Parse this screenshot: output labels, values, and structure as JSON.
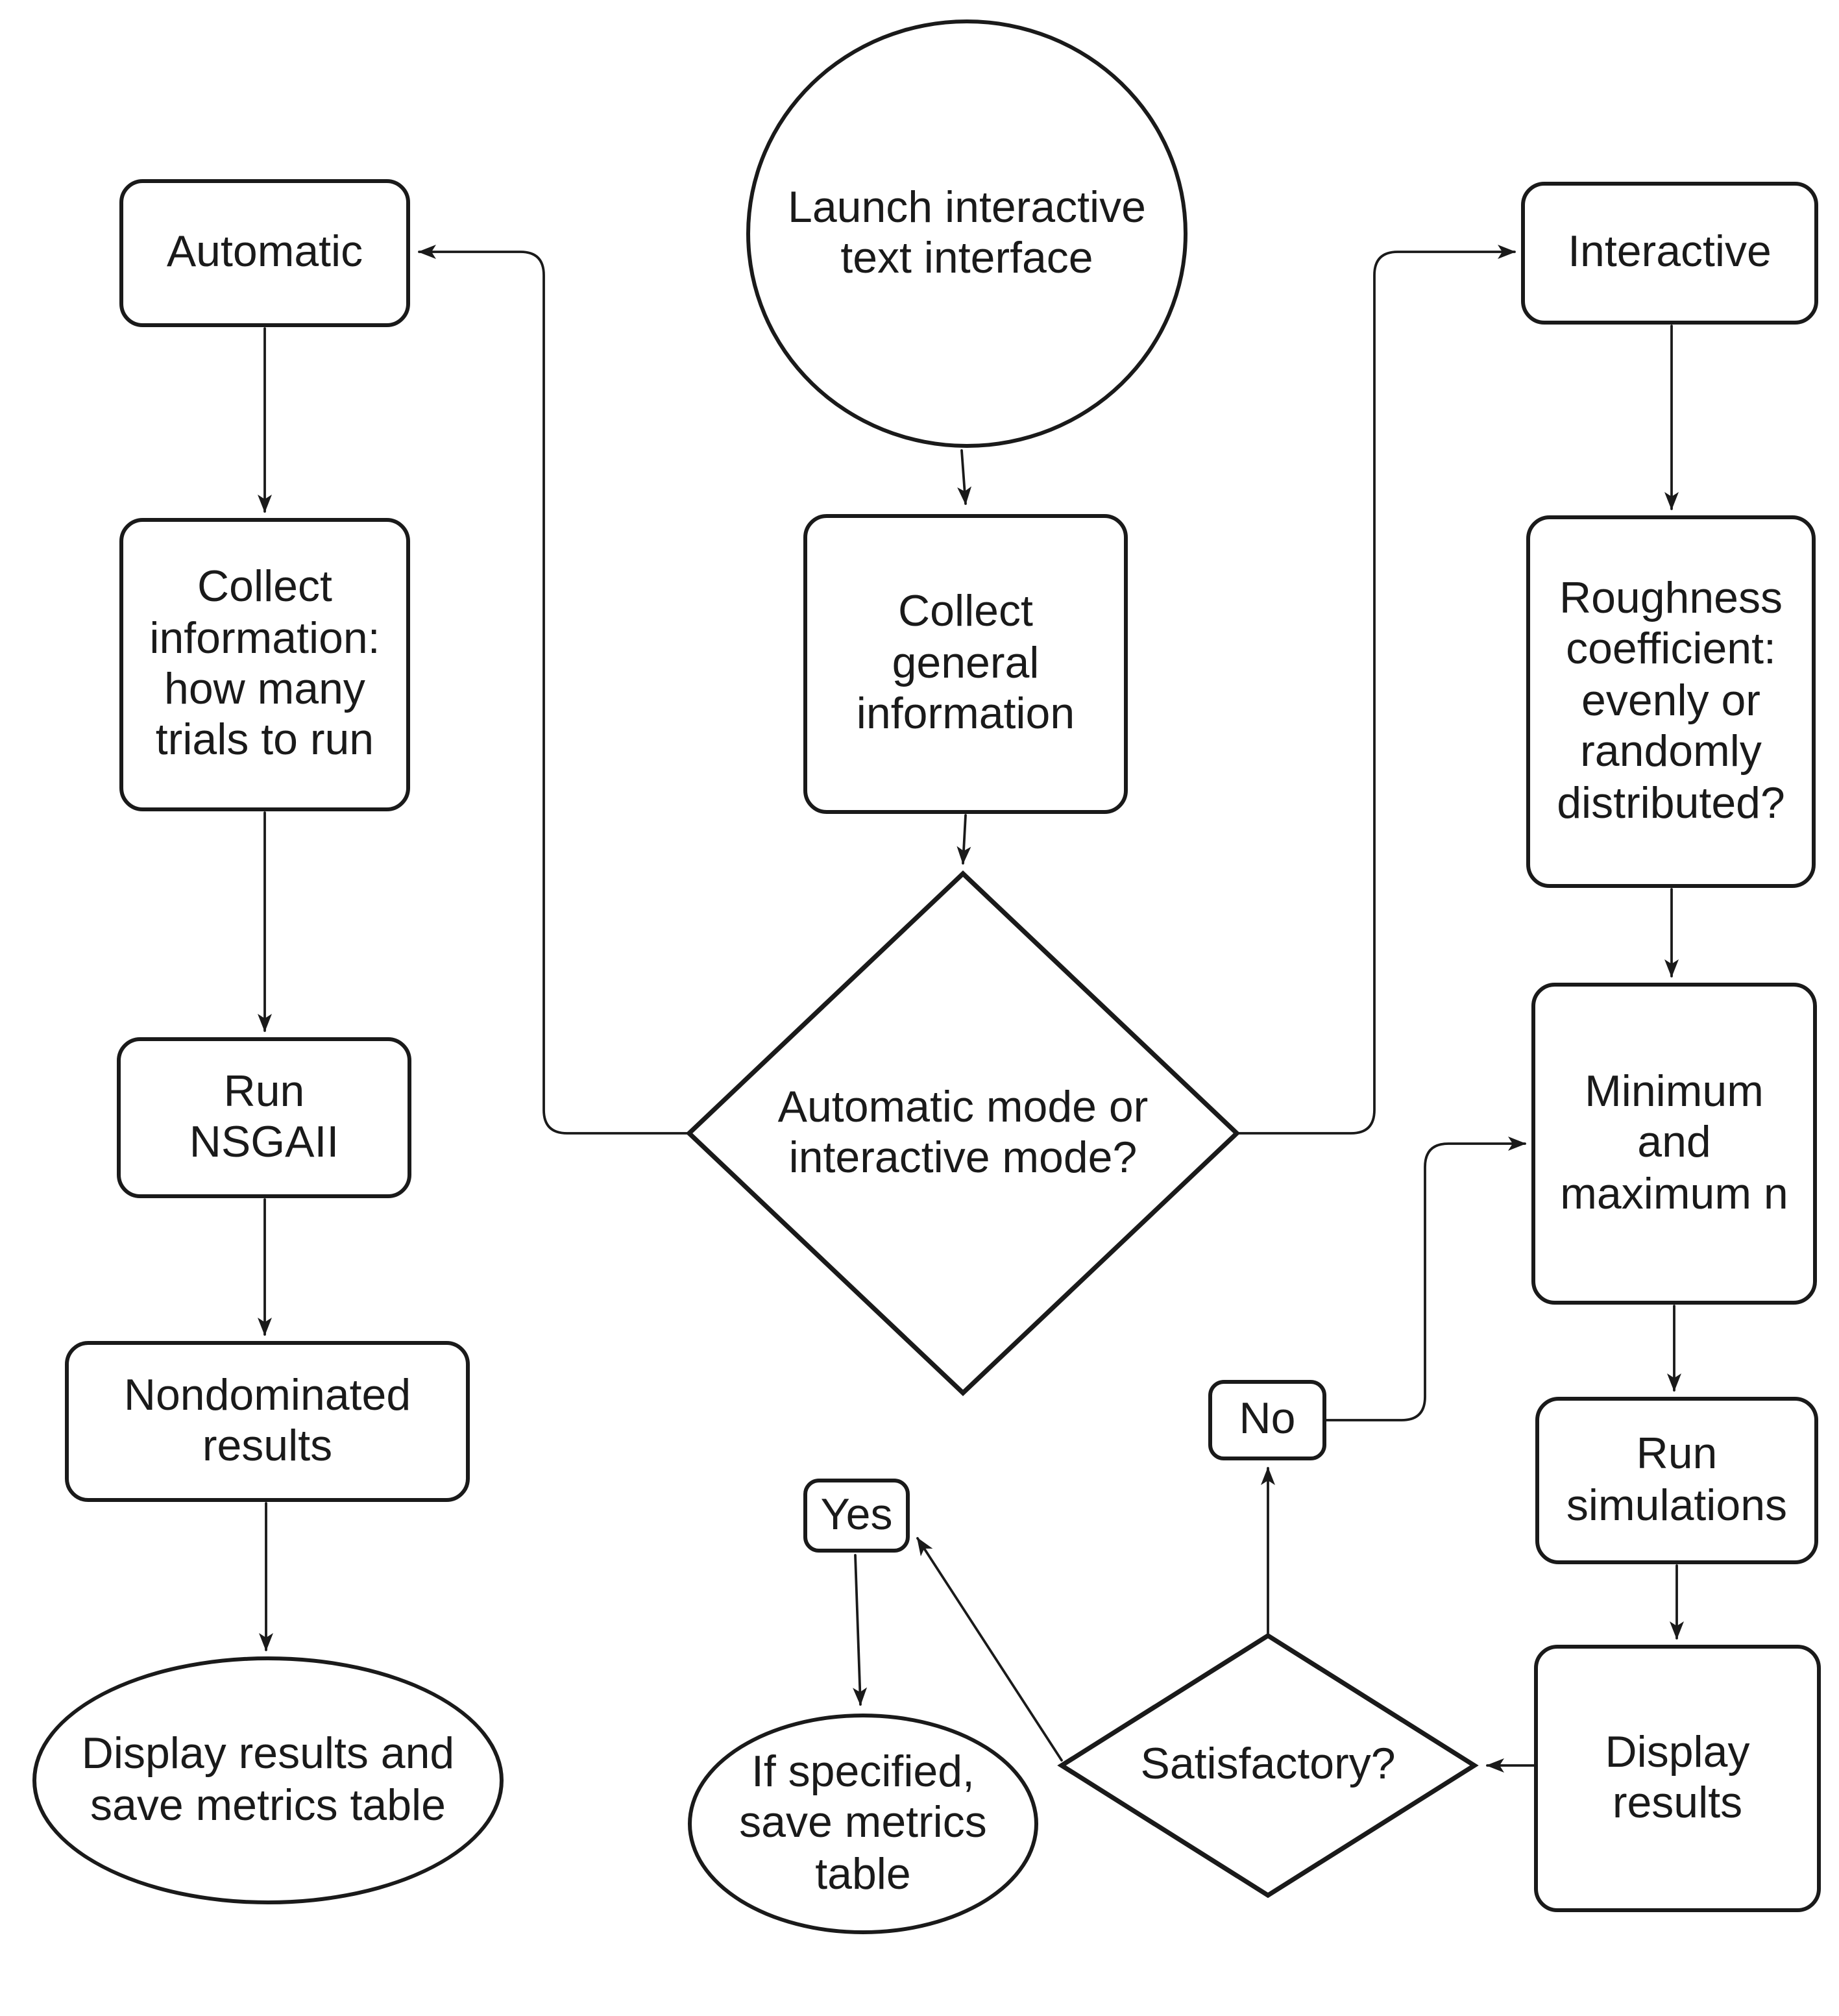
{
  "colors": {
    "background": "#ffffff",
    "stroke": "#1a1a1a",
    "text": "#1a1a1a"
  },
  "nodes": {
    "launch": {
      "label": "Launch interactive\ntext interface",
      "shape": "ellipse"
    },
    "automatic": {
      "label": "Automatic",
      "shape": "rounded-rect"
    },
    "interactive": {
      "label": "Interactive",
      "shape": "rounded-rect"
    },
    "collect_general": {
      "label": "Collect\ngeneral\ninformation",
      "shape": "rounded-rect"
    },
    "collect_trials": {
      "label": "Collect\ninformation:\nhow many\ntrials to run",
      "shape": "rounded-rect"
    },
    "roughness": {
      "label": "Roughness\ncoefficient:\nevenly or\nrandomly\ndistributed?",
      "shape": "rounded-rect"
    },
    "mode_decision": {
      "label": "Automatic mode or\ninteractive mode?",
      "shape": "diamond"
    },
    "run_nsgaii": {
      "label": "Run\nNSGAII",
      "shape": "rounded-rect"
    },
    "min_max": {
      "label": "Minimum\nand\nmaximum n",
      "shape": "rounded-rect"
    },
    "nondominated": {
      "label": "Nondominated\nresults",
      "shape": "rounded-rect"
    },
    "run_simulations": {
      "label": "Run\nsimulations",
      "shape": "rounded-rect"
    },
    "no": {
      "label": "No",
      "shape": "rounded-rect"
    },
    "yes": {
      "label": "Yes",
      "shape": "rounded-rect"
    },
    "satisfactory": {
      "label": "Satisfactory?",
      "shape": "diamond"
    },
    "display_save": {
      "label": "Display results and\nsave metrics table",
      "shape": "terminator"
    },
    "display_results": {
      "label": "Display\nresults",
      "shape": "rounded-rect"
    },
    "if_specified": {
      "label": "If specified,\nsave metrics\ntable",
      "shape": "terminator"
    }
  },
  "edges": [
    {
      "from": "launch",
      "to": "collect_general"
    },
    {
      "from": "collect_general",
      "to": "mode_decision"
    },
    {
      "from": "mode_decision",
      "to": "automatic"
    },
    {
      "from": "mode_decision",
      "to": "interactive"
    },
    {
      "from": "automatic",
      "to": "collect_trials"
    },
    {
      "from": "collect_trials",
      "to": "run_nsgaii"
    },
    {
      "from": "run_nsgaii",
      "to": "nondominated"
    },
    {
      "from": "nondominated",
      "to": "display_save"
    },
    {
      "from": "interactive",
      "to": "roughness"
    },
    {
      "from": "roughness",
      "to": "min_max"
    },
    {
      "from": "min_max",
      "to": "run_simulations"
    },
    {
      "from": "run_simulations",
      "to": "display_results"
    },
    {
      "from": "display_results",
      "to": "satisfactory"
    },
    {
      "from": "satisfactory",
      "to": "no"
    },
    {
      "from": "no",
      "to": "min_max"
    },
    {
      "from": "satisfactory",
      "to": "yes"
    },
    {
      "from": "yes",
      "to": "if_specified"
    }
  ]
}
